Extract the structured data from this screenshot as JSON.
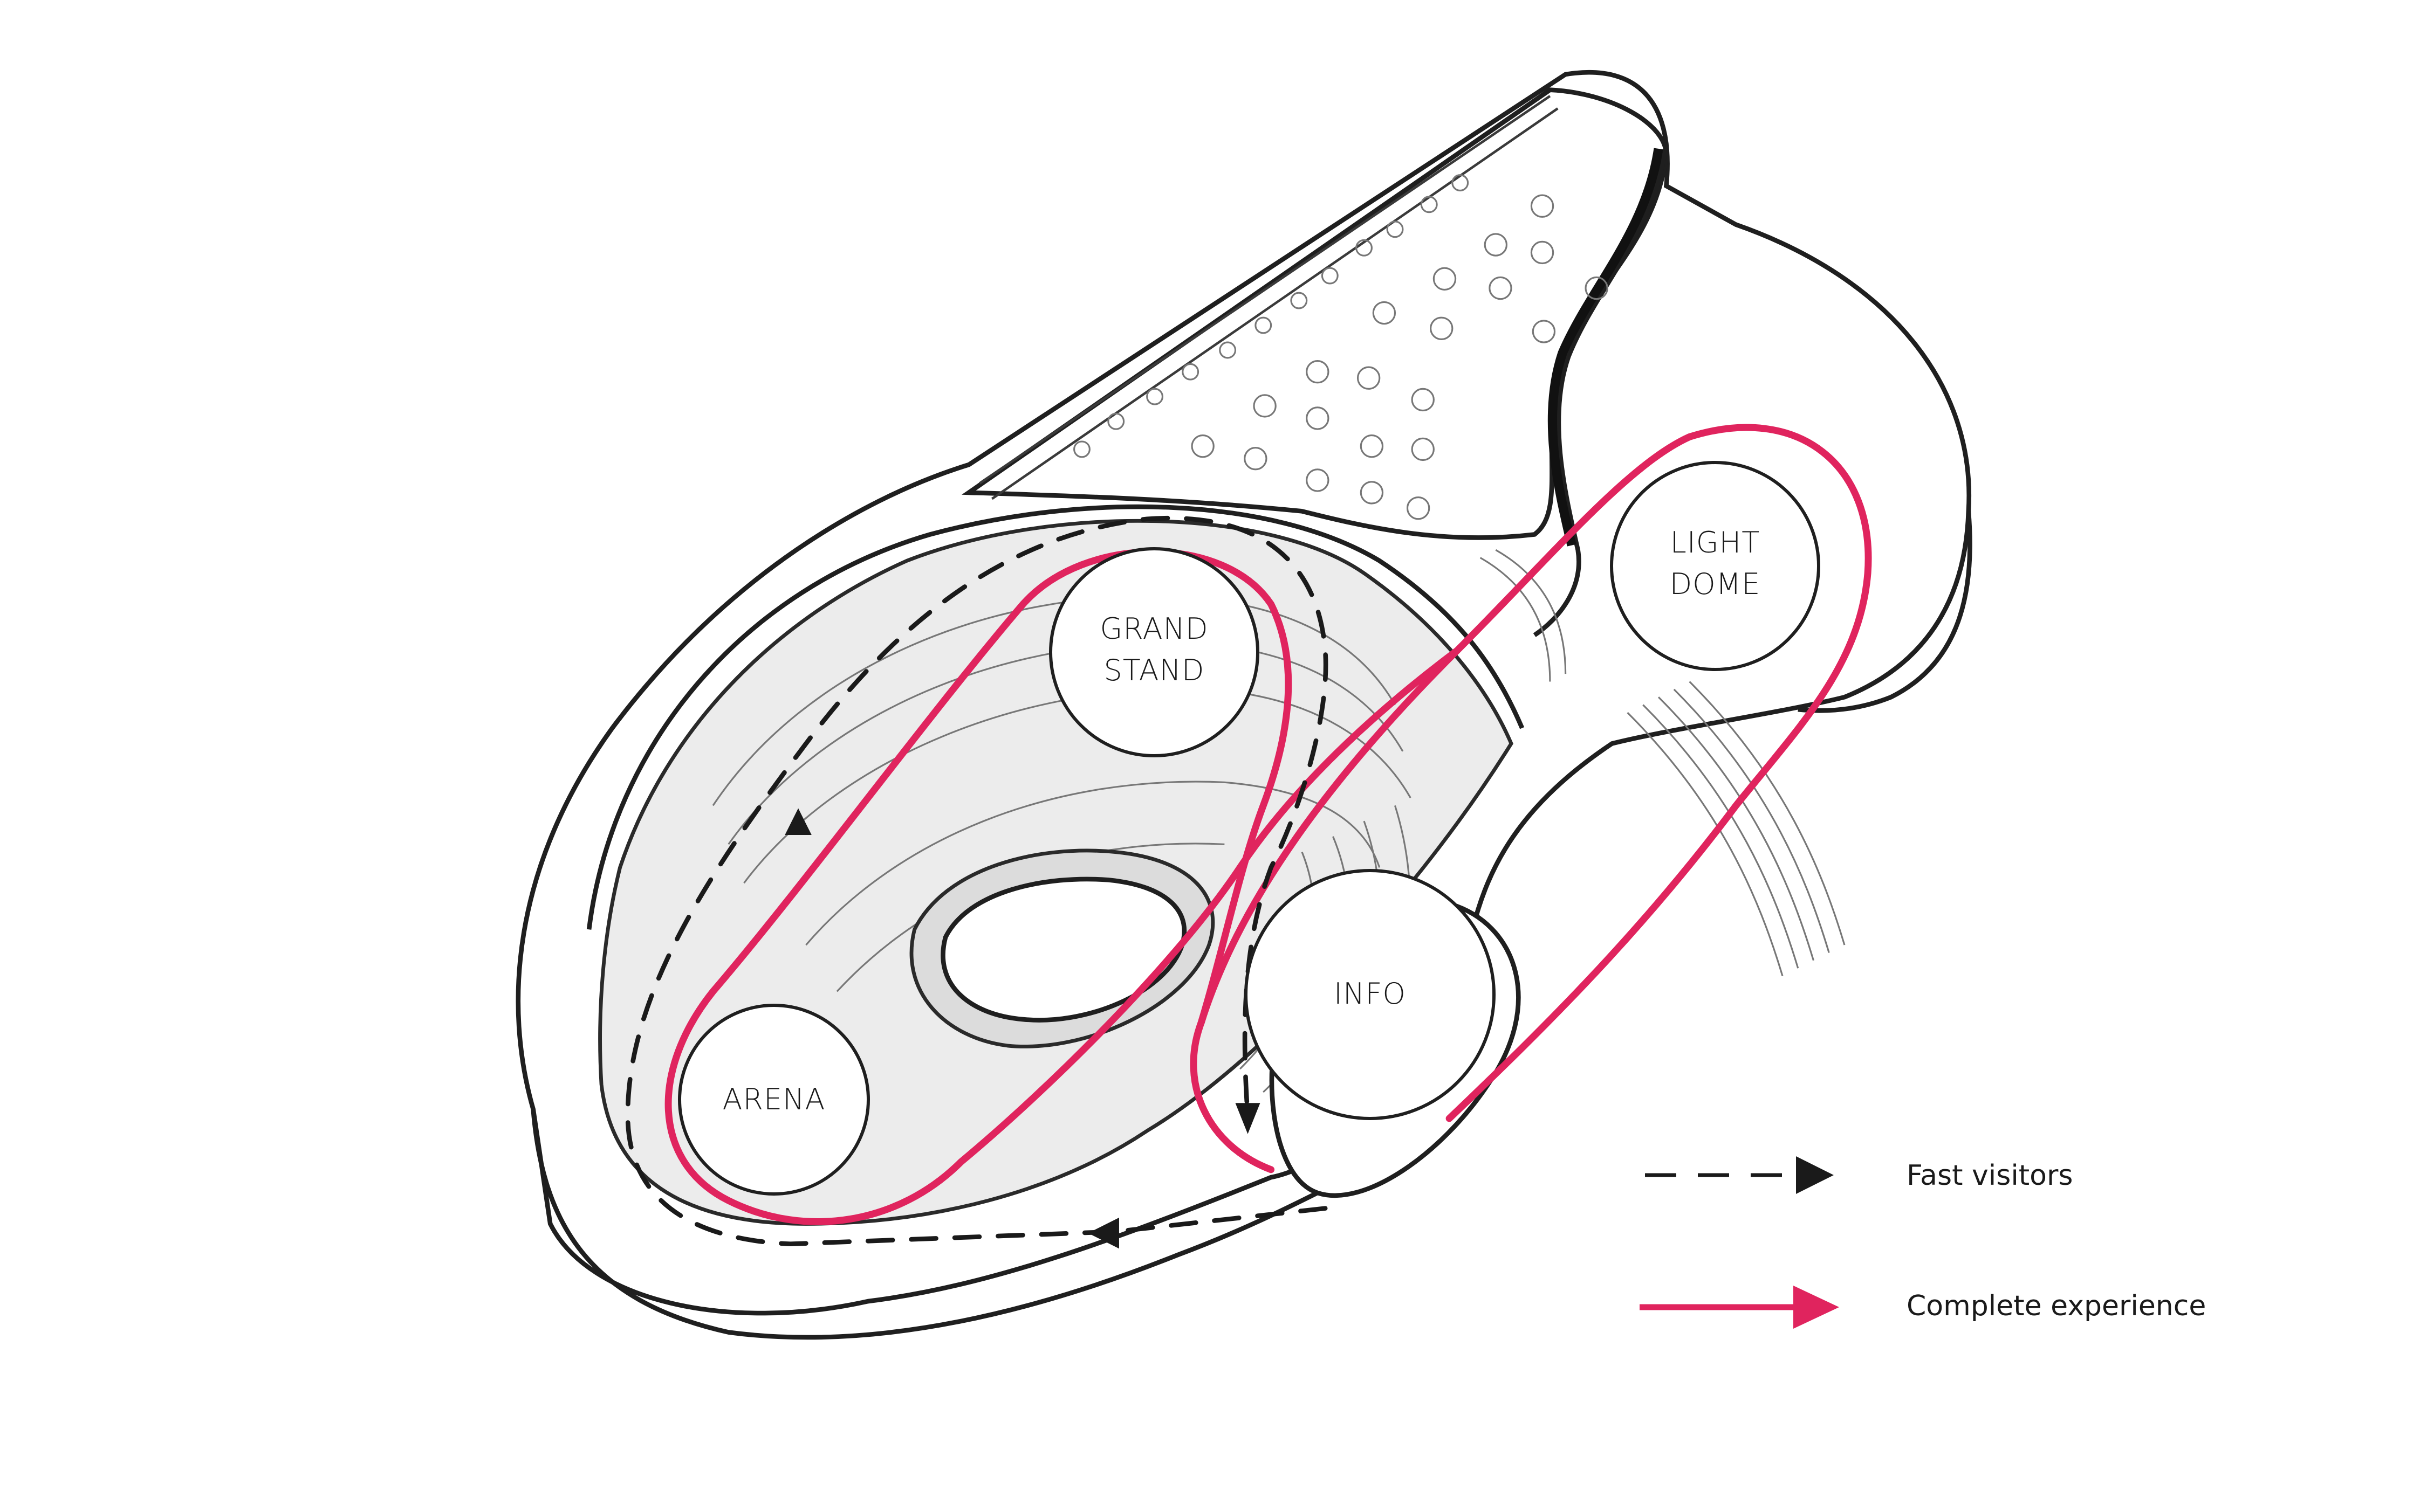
{
  "nodes": [
    {
      "id": "grand-stand",
      "lines": [
        "GRAND",
        "STAND"
      ]
    },
    {
      "id": "light-dome",
      "lines": [
        "LIGHT",
        "DOME"
      ]
    },
    {
      "id": "info",
      "lines": [
        "INFO"
      ]
    },
    {
      "id": "arena",
      "lines": [
        "ARENA"
      ]
    }
  ],
  "legend": {
    "fast_visitors": "Fast visitors",
    "complete_experience": "Complete experience"
  },
  "colors": {
    "complete_route": "#e0245e",
    "fast_route": "#1a1a1a",
    "building_line": "#1f1f1f"
  }
}
